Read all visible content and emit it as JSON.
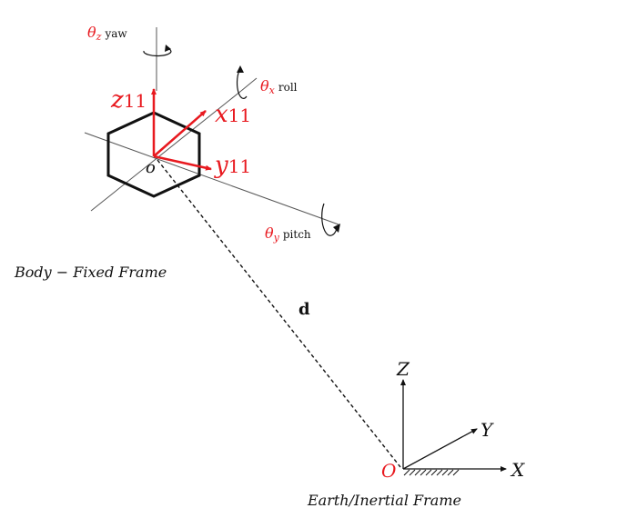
{
  "colors": {
    "ink": "#111111",
    "accent": "#e8191f",
    "background": "#ffffff"
  },
  "body_frame": {
    "caption": "Body − Fixed Frame",
    "origin_label": "o",
    "axes": {
      "z": {
        "main": "z",
        "sub": "11"
      },
      "x": {
        "main": "x",
        "sub": "11"
      },
      "y": {
        "main": "y",
        "sub": "11"
      }
    },
    "rotations": {
      "yaw": {
        "symbol": "θ",
        "axis": "z",
        "name": "yaw"
      },
      "roll": {
        "symbol": "θ",
        "axis": "x",
        "name": "roll"
      },
      "pitch": {
        "symbol": "θ",
        "axis": "y",
        "name": "pitch"
      }
    }
  },
  "displacement_label": "d",
  "earth_frame": {
    "caption": "Earth/Inertial Frame",
    "origin_label": "O",
    "axes": {
      "z": "Z",
      "y": "Y",
      "x": "X"
    }
  },
  "icons": [
    "yaw-rotation-icon",
    "roll-rotation-icon",
    "pitch-rotation-icon",
    "ground-hatch-icon"
  ]
}
